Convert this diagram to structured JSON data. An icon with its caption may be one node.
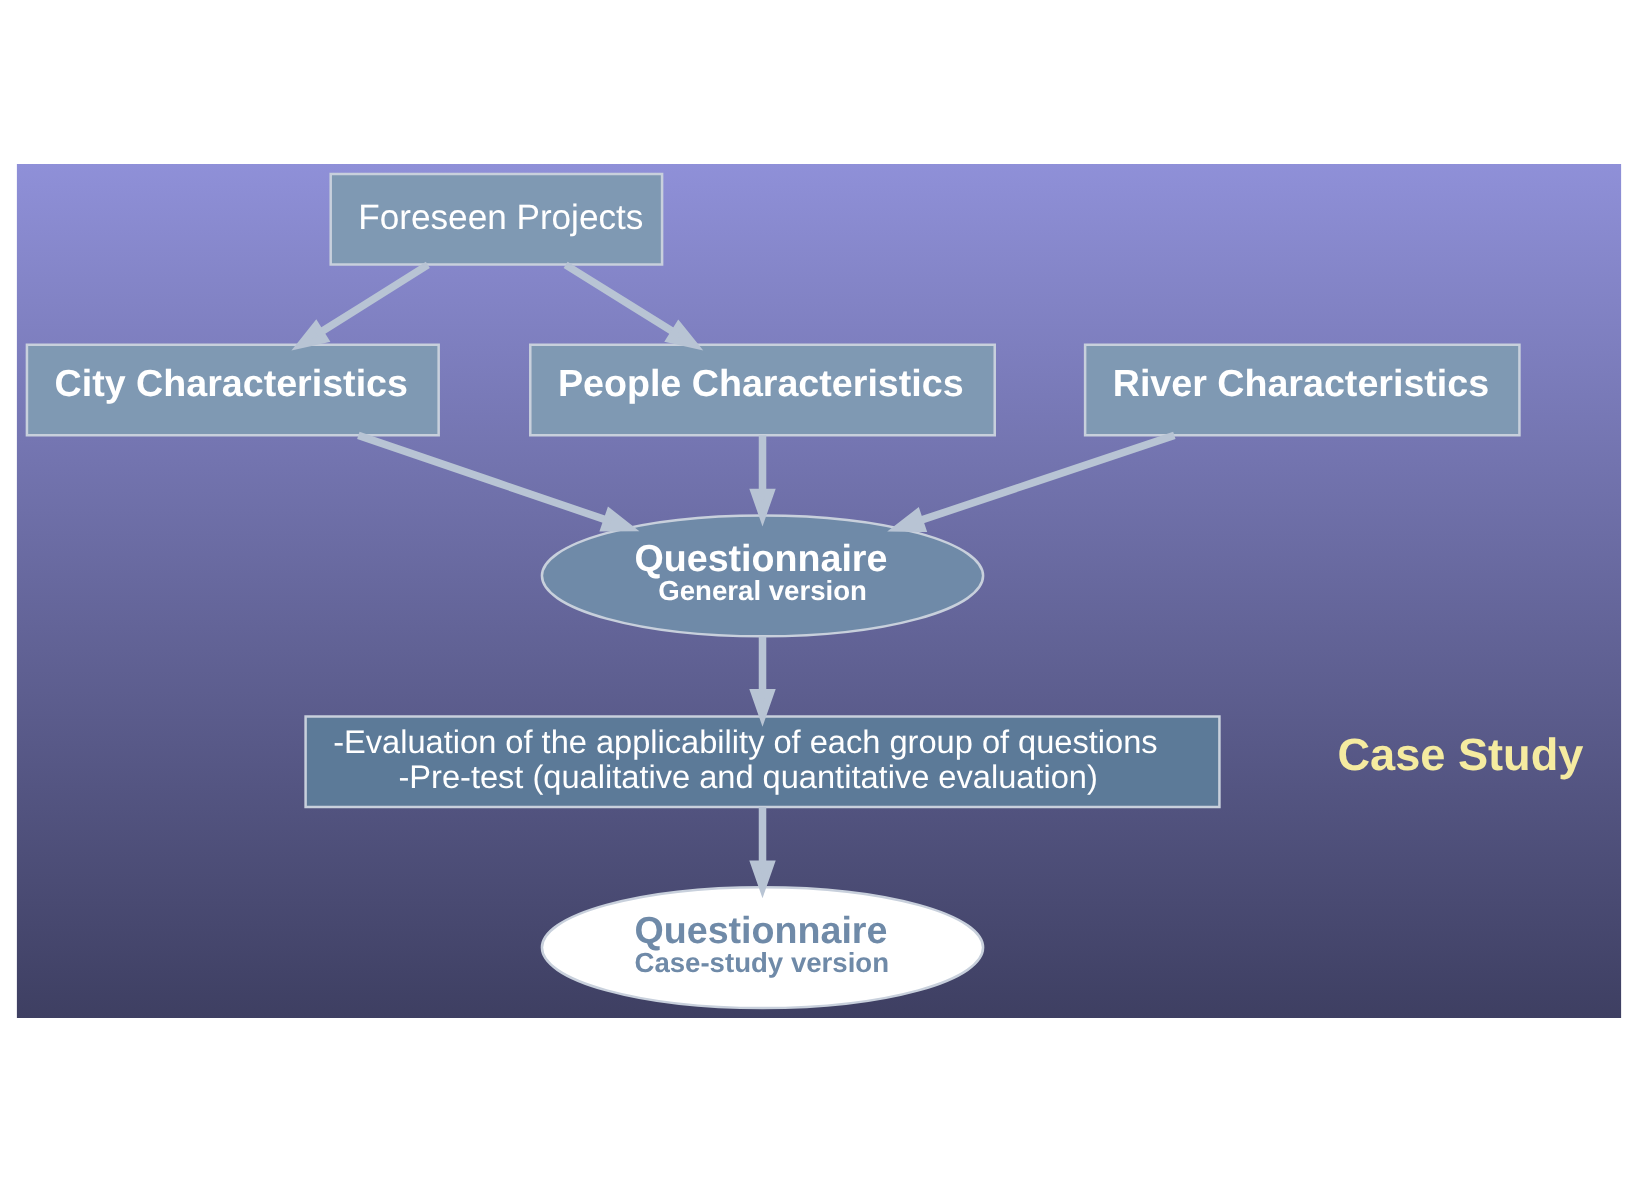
{
  "diagram": {
    "nodes": [
      {
        "text": [
          "Foreseen Projects"
        ]
      },
      {
        "text": [
          "City Characteristics"
        ]
      },
      {
        "text": [
          "River Characteristics"
        ]
      },
      {
        "text": [
          "People Characteristics"
        ]
      },
      {
        "text": [
          "Questionnaire",
          "General version"
        ]
      },
      {
        "text": [
          "-Evaluation of the applicability of each group of questions",
          "-Pre-test (qualitative and quantitative evaluation)"
        ]
      },
      {
        "text": [
          "Questionnaire",
          "Case-study version"
        ]
      }
    ],
    "edges": [
      {
        "from": 0,
        "to": 1,
        "arrow": "to"
      },
      {
        "from": 0,
        "to": 3,
        "arrow": "to"
      },
      {
        "from": 1,
        "to": 4,
        "arrow": "to"
      },
      {
        "from": 2,
        "to": 4,
        "arrow": "to"
      },
      {
        "from": 3,
        "to": 4,
        "arrow": "to"
      },
      {
        "from": 4,
        "to": 5,
        "arrow": "to"
      },
      {
        "from": 5,
        "to": 6,
        "arrow": "to"
      }
    ],
    "labels": [
      "Case Study"
    ]
  }
}
